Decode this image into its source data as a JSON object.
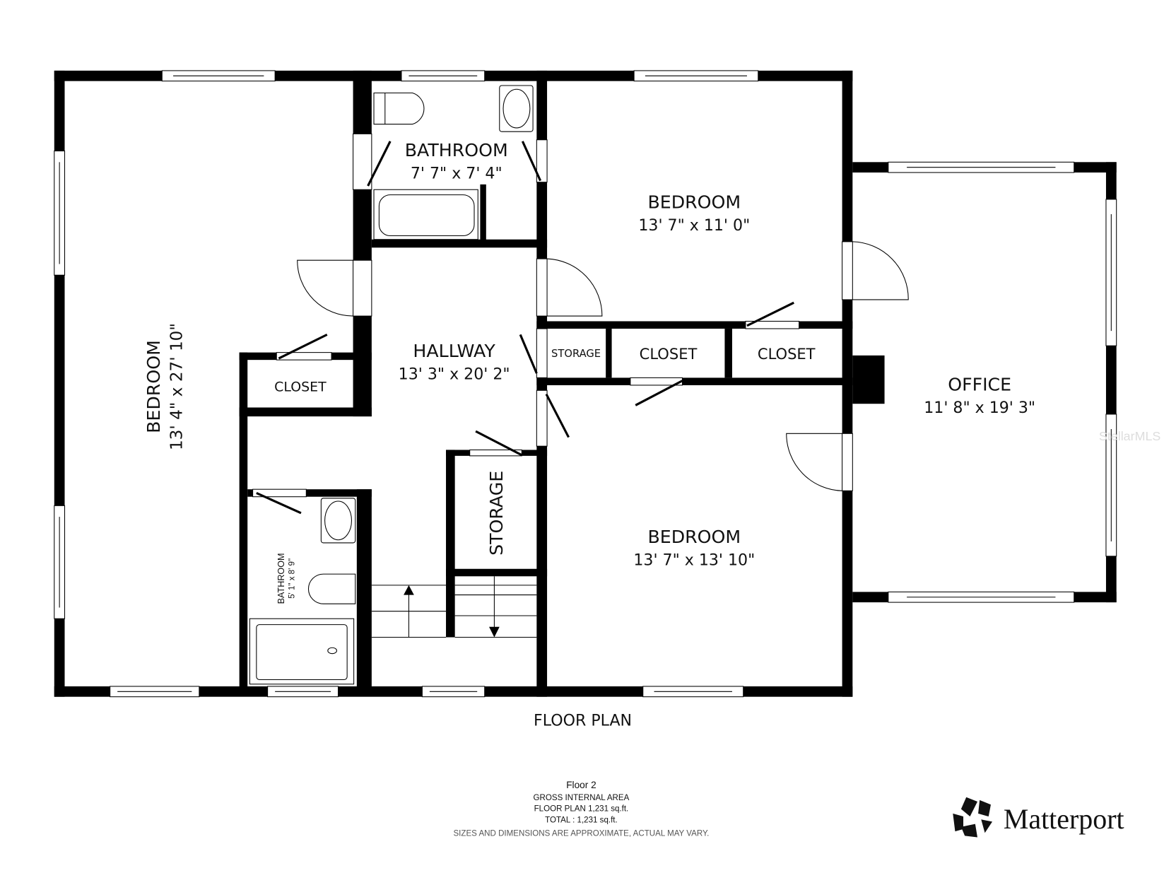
{
  "rooms": {
    "bedroom_left": {
      "name": "BEDROOM",
      "dims": "13' 4\" x 27' 10\""
    },
    "bathroom_top": {
      "name": "BATHROOM",
      "dims": "7' 7\" x 7' 4\""
    },
    "bedroom_top_right": {
      "name": "BEDROOM",
      "dims": "13' 7\" x 11' 0\""
    },
    "hallway": {
      "name": "HALLWAY",
      "dims": "13' 3\" x 20' 2\""
    },
    "storage_small": {
      "name": "STORAGE"
    },
    "closet_mid": {
      "name": "CLOSET"
    },
    "closet_right": {
      "name": "CLOSET"
    },
    "closet_left": {
      "name": "CLOSET"
    },
    "office": {
      "name": "OFFICE",
      "dims": "11' 8\" x 19' 3\""
    },
    "storage_vertical": {
      "name": "STORAGE"
    },
    "bedroom_bottom_right": {
      "name": "BEDROOM",
      "dims": "13' 7\" x 13' 10\""
    },
    "bathroom_small": {
      "name": "BATHROOM",
      "dims": "5' 1\" x 8' 9\""
    }
  },
  "plan_title": "FLOOR PLAN",
  "summary": {
    "floor": "Floor 2",
    "gross_label": "GROSS INTERNAL AREA",
    "floor_plan_area": "FLOOR PLAN 1,231 sq.ft.",
    "total_area": "TOTAL :  1,231 sq.ft.",
    "disclaimer": "SIZES AND DIMENSIONS ARE APPROXIMATE, ACTUAL MAY VARY."
  },
  "logo": {
    "text": "Matterport"
  },
  "watermark": "StellarMLS",
  "colors": {
    "walls": "#000000",
    "background": "#ffffff"
  }
}
